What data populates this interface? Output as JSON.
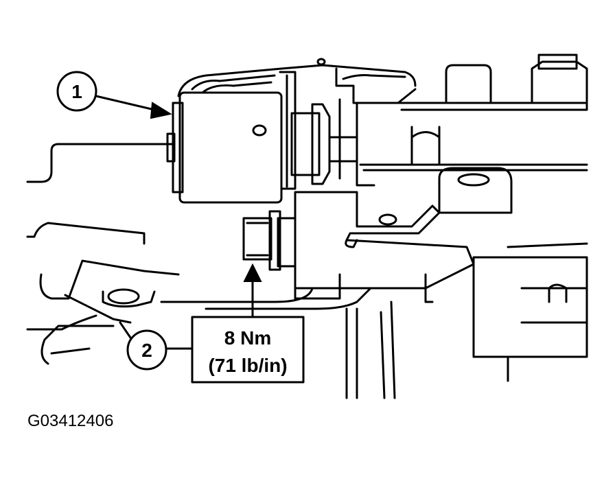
{
  "callouts": {
    "one": "1",
    "two": "2"
  },
  "torque": {
    "metric": "8 Nm",
    "imperial": "(71 lb/in)"
  },
  "figure_id": "G03412406",
  "colors": {
    "ink": "#000000",
    "paper": "#ffffff"
  }
}
